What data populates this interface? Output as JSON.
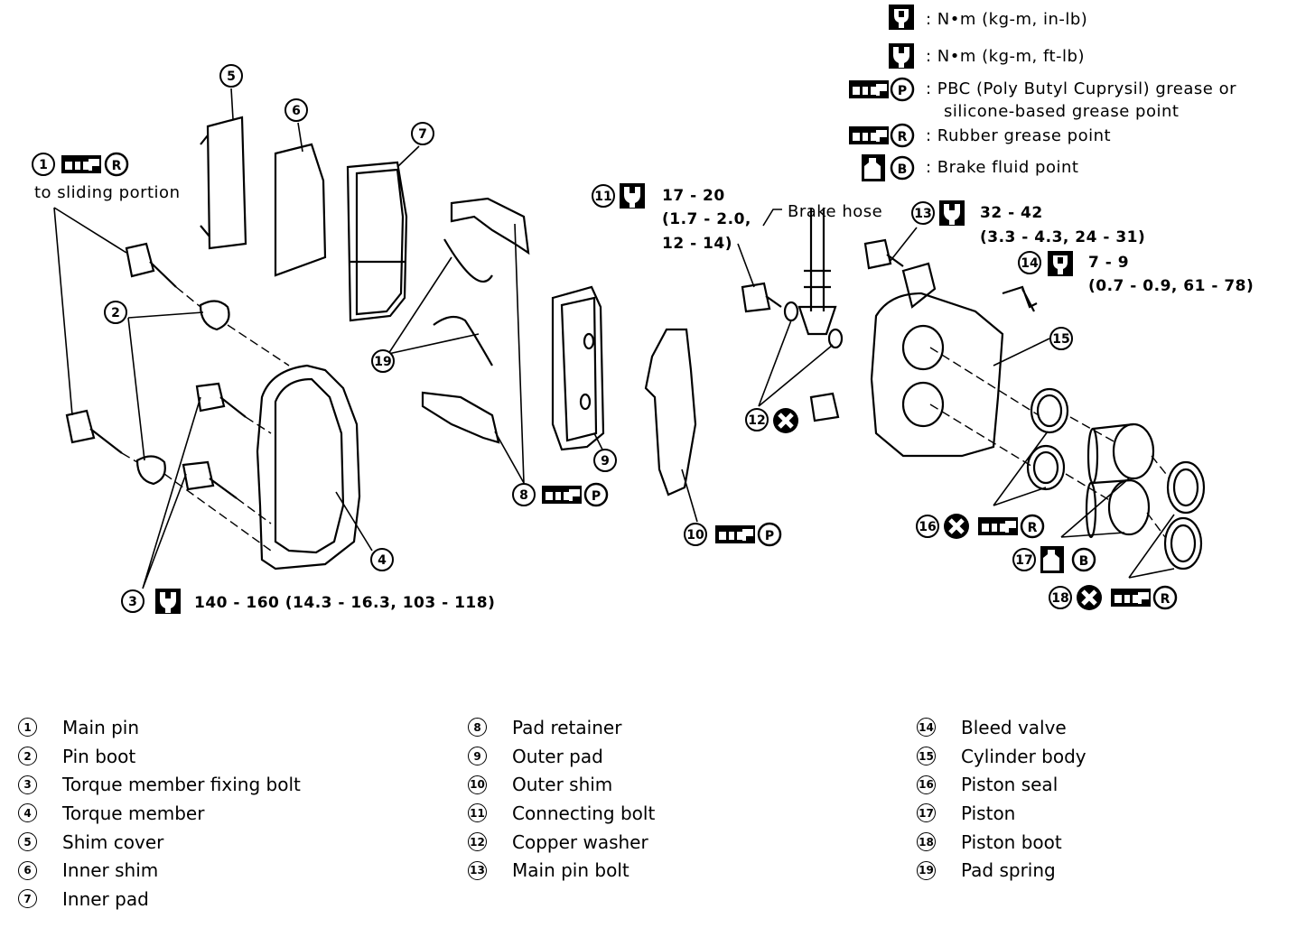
{
  "legend_key": {
    "nm_kgm_inlb": ": N•m (kg-m, in-lb)",
    "nm_kgm_ftlb": ": N•m (kg-m, ft-lb)",
    "pbc_line1": ": PBC (Poly Butyl Cuprysil) grease or",
    "pbc_line2": "silicone-based grease point",
    "rubber": ": Rubber grease point",
    "brake_fluid": ": Brake fluid point",
    "sym_p": "P",
    "sym_r": "R",
    "sym_b": "B"
  },
  "callouts": {
    "c1_note": "to sliding portion",
    "c11_torque_1": "17 - 20",
    "c11_torque_2": "(1.7 - 2.0,",
    "c11_torque_3": "12 - 14)",
    "brake_hose": "Brake hose",
    "c13_torque_1": "32 - 42",
    "c13_torque_2": "(3.3 - 4.3, 24 - 31)",
    "c14_torque_1": "7 - 9",
    "c14_torque_2": "(0.7 - 0.9, 61 - 78)",
    "c3_torque": "140 - 160 (14.3 - 16.3, 103 - 118)"
  },
  "numbers": [
    "1",
    "2",
    "3",
    "4",
    "5",
    "6",
    "7",
    "8",
    "9",
    "10",
    "11",
    "12",
    "13",
    "14",
    "15",
    "16",
    "17",
    "18",
    "19"
  ],
  "parts": [
    {
      "num": "1",
      "name": "Main pin"
    },
    {
      "num": "2",
      "name": "Pin boot"
    },
    {
      "num": "3",
      "name": "Torque member fixing bolt"
    },
    {
      "num": "4",
      "name": "Torque member"
    },
    {
      "num": "5",
      "name": "Shim cover"
    },
    {
      "num": "6",
      "name": "Inner shim"
    },
    {
      "num": "7",
      "name": "Inner pad"
    },
    {
      "num": "8",
      "name": "Pad retainer"
    },
    {
      "num": "9",
      "name": "Outer pad"
    },
    {
      "num": "10",
      "name": "Outer shim"
    },
    {
      "num": "11",
      "name": "Connecting bolt"
    },
    {
      "num": "12",
      "name": "Copper washer"
    },
    {
      "num": "13",
      "name": "Main pin bolt"
    },
    {
      "num": "14",
      "name": "Bleed valve"
    },
    {
      "num": "15",
      "name": "Cylinder body"
    },
    {
      "num": "16",
      "name": "Piston seal"
    },
    {
      "num": "17",
      "name": "Piston"
    },
    {
      "num": "18",
      "name": "Piston boot"
    },
    {
      "num": "19",
      "name": "Pad spring"
    }
  ]
}
